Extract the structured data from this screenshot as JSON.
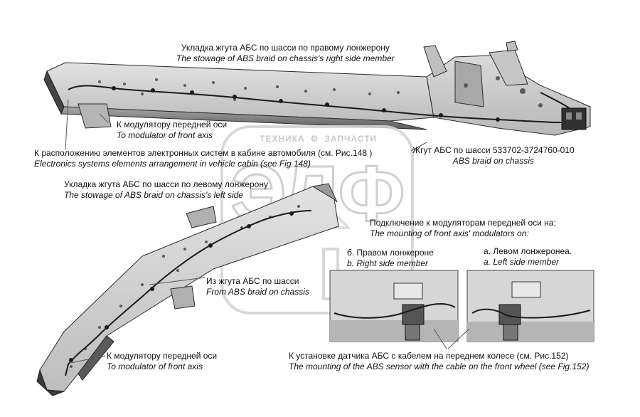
{
  "labels": {
    "right_member": {
      "ru": "Укладка жгута АБС по шасси по правому лонжерону",
      "en": "The stowage of ABS braid on chassis's right side member"
    },
    "front_modulator_top": {
      "ru": "К модулятору передней оси",
      "en": "To modulator of front axis"
    },
    "cabin_electronics": {
      "ru": "К расположению элементов электронных систем в кабине автомобиля (см. Рис.148 )",
      "en": "Electronics systems elements arrangement in vehicle cabin (see Fig.148)"
    },
    "abs_braid": {
      "ru": "Жгут АБС по шасси 533702-3724760-010",
      "en": "ABS braid on chassis"
    },
    "left_member": {
      "ru": "Укладка жгута АБС по шасси по левому лонжерону",
      "en": "The stowage of ABS braid on chassis's left side"
    },
    "front_modulators_connection": {
      "ru": "Подключение к модуляторам передней оси на:",
      "en": "The mounting of front axis' modulators on:"
    },
    "right_side_detail": {
      "ru": "б. Правом лонжероне",
      "en": "b. Right side member"
    },
    "left_side_detail": {
      "ru": "а. Левом лонжеронеа.",
      "en": "a. Left side member"
    },
    "from_abs_braid": {
      "ru": "Из жгута АБС по шасси",
      "en": "From ABS braid on chassis"
    },
    "front_modulator_bottom": {
      "ru": "К модулятору передней оси",
      "en": "To modulator of front axis"
    },
    "abs_sensor": {
      "ru": "К установке датчика АБС с кабелем на переднем колесе (см. Рис.152)",
      "en": "The mounting of the  ABS sensor with the cable on the front wheel (see Fig.152)"
    }
  },
  "watermark": {
    "brand_left": "ТЕХНИКА",
    "brand_right": "ЗАПЧАСТИ",
    "logo": "ЭЛФ"
  },
  "colors": {
    "frame_fill": "#cfcfcf",
    "frame_dark": "#3a3a3a",
    "cable": "#1a1a1a",
    "watermark": "#d4d4d4"
  }
}
